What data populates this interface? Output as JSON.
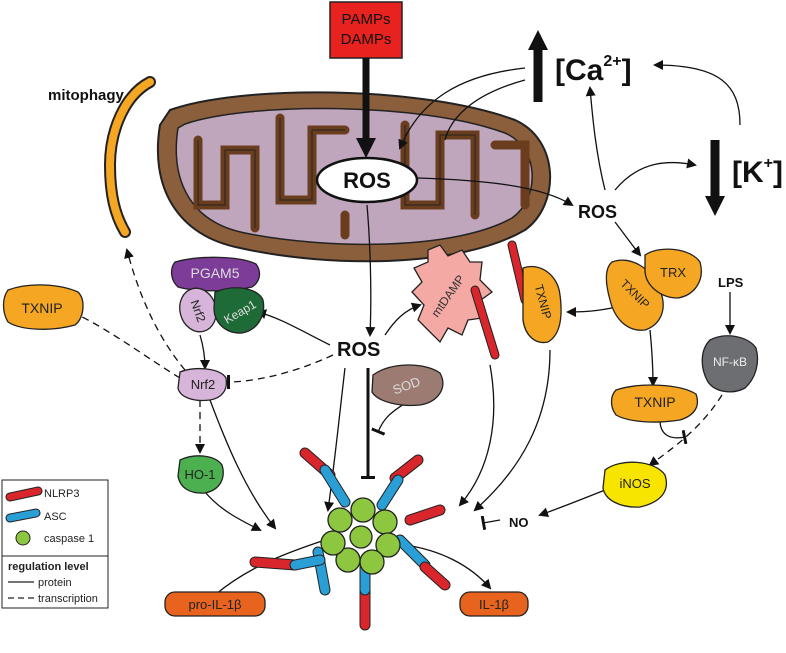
{
  "trigger": {
    "line1": "PAMPs",
    "line2": "DAMPs"
  },
  "mitophagy": "mitophagy",
  "ros_mito": "ROS",
  "ros_center": "ROS",
  "ros_right": "ROS",
  "calcium": {
    "bracket_open": "[Ca",
    "superscript": "2+",
    "bracket_close": "]"
  },
  "potassium": {
    "bracket_open": "[K",
    "superscript": "+",
    "bracket_close": "]"
  },
  "proteins": {
    "pgam5": "PGAM5",
    "nrf2_complex": "Nrf2",
    "keap1": "Keap1",
    "nrf2": "Nrf2",
    "txnip_left": "TXNIP",
    "ho1": "HO-1",
    "sod": "SOD",
    "mtdamp": "mtDAMP",
    "txnip_mid": "TXNIP",
    "txnip_trx": "TXNIP",
    "trx": "TRX",
    "txnip_low": "TXNIP",
    "lps": "LPS",
    "nfkb": "NF-κB",
    "inos": "iNOS",
    "no": "NO",
    "pro_il1b": "pro-IL-1β",
    "il1b": "IL-1β"
  },
  "legend": {
    "nlrp3": "NLRP3",
    "asc": "ASC",
    "caspase1": "caspase 1",
    "regulation_title": "regulation level",
    "protein": "protein",
    "transcription": "transcription"
  },
  "colors": {
    "trigger_red": "#e8231f",
    "mito_outer": "#8b5e3c",
    "mito_inner": "#bfa6bd",
    "mito_crista": "#6a3d1e",
    "orange": "#f5a623",
    "purple_dark": "#7d3c98",
    "lilac": "#d7b4d9",
    "green_dark": "#1e6b38",
    "green_light": "#4caf50",
    "pink": "#f4a9a4",
    "taupe": "#9c7b73",
    "gray": "#6d6e71",
    "yellow": "#f7e500",
    "nlrp3_red": "#d9262c",
    "asc_blue": "#2a9fd6",
    "caspase_green": "#8dc63f",
    "il_orange": "#e8641e"
  }
}
